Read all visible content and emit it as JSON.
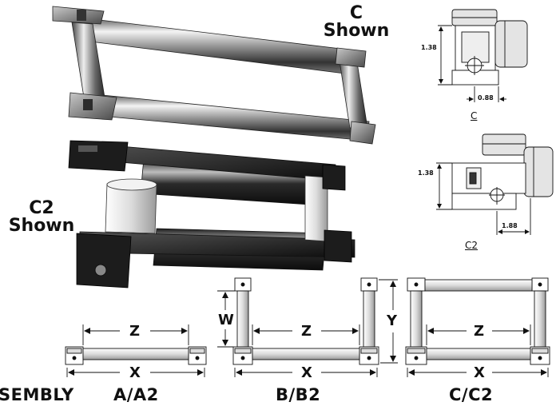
{
  "labels": {
    "c_shown_line1": "C",
    "c_shown_line2": "Shown",
    "c2_shown_line1": "C2",
    "c2_shown_line2": "Shown"
  },
  "detail_drawings": {
    "c": {
      "caption": "C",
      "height_dim": "1.38",
      "width_dim": "0.88"
    },
    "c2": {
      "caption": "C2",
      "height_dim": "1.38",
      "width_dim": "1.88"
    }
  },
  "assemblies": {
    "section_title": "SEMBLY",
    "a": {
      "label": "A/A2",
      "z_dim": "Z",
      "x_dim": "X"
    },
    "b": {
      "label": "B/B2",
      "w_dim": "W",
      "z_dim": "Z",
      "x_dim": "X",
      "y_dim": "Y"
    },
    "c": {
      "label": "C/C2",
      "z_dim": "Z",
      "x_dim": "X"
    }
  },
  "colors": {
    "ink": "#111111",
    "metal_dark": "#2a2a2a",
    "metal_light": "#d8d8d8",
    "part_fill": "#e4e4e4"
  }
}
